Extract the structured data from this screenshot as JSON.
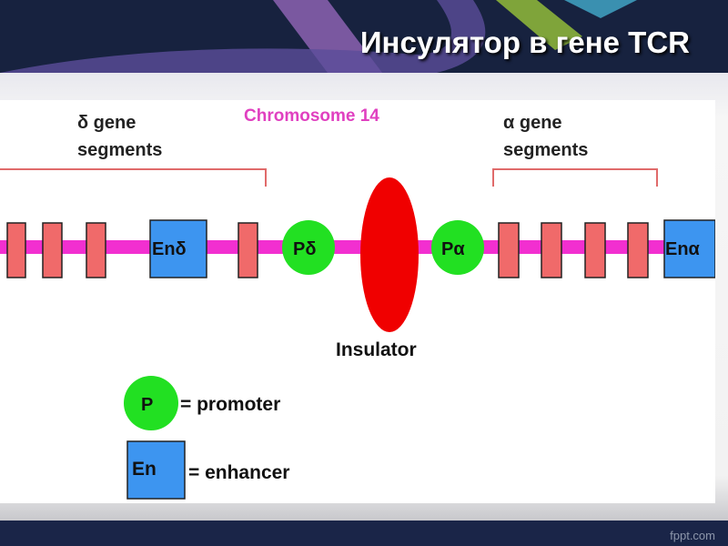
{
  "title": "Инсулятор в гене TCR",
  "footer": "fppt.com",
  "diagram": {
    "chromosome_label": "Chromosome 14",
    "delta_label": {
      "line1": "δ gene",
      "line2": "segments"
    },
    "alpha_label": {
      "line1": "α gene",
      "line2": "segments"
    },
    "enhancer_delta": "Enδ",
    "enhancer_alpha": "Enα",
    "promoter_delta": "Pδ",
    "promoter_alpha": "Pα",
    "insulator_label": "Insulator"
  },
  "legend": {
    "promoter_symbol": "P",
    "promoter_text": "= promoter",
    "enhancer_symbol": "En",
    "enhancer_text": "= enhancer"
  },
  "colors": {
    "segment": "#f06a6a",
    "enhancer": "#3d95f0",
    "promoter": "#22e022",
    "insulator": "#f00000",
    "chromosome": "#f22fd0",
    "header": "#17223f"
  }
}
